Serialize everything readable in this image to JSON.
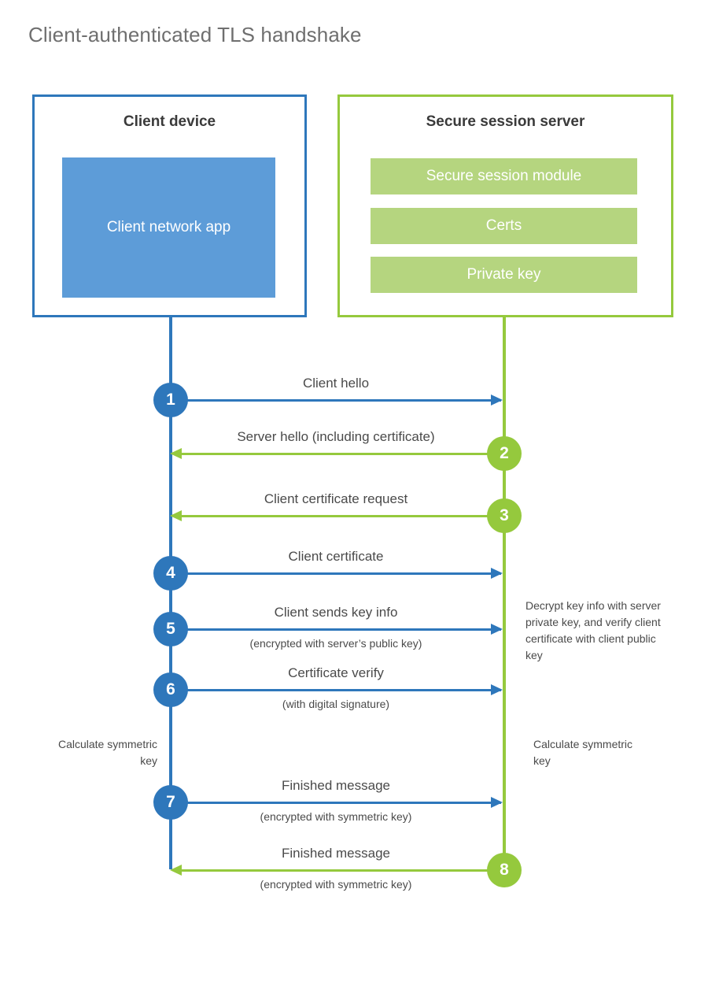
{
  "title": "Client-authenticated TLS handshake",
  "colors": {
    "client_accent": "#2e77bb",
    "client_fill": "#5d9cd8",
    "server_accent": "#95c93d",
    "server_fill": "#b5d57f",
    "text": "#4a4a4a",
    "heading": "#3a3a3a",
    "title": "#6f6f6f",
    "background": "#ffffff"
  },
  "actors": {
    "client": {
      "title": "Client device",
      "app_label": "Client network app"
    },
    "server": {
      "title": "Secure session server",
      "items": [
        {
          "label": "Secure session module"
        },
        {
          "label": "Certs"
        },
        {
          "label": "Private key"
        }
      ]
    }
  },
  "steps": [
    {
      "number": "1",
      "label": "Client hello",
      "sublabel": "",
      "direction": "client-to-server",
      "color": "blue"
    },
    {
      "number": "2",
      "label": "Server hello (including certificate)",
      "sublabel": "",
      "direction": "server-to-client",
      "color": "green"
    },
    {
      "number": "3",
      "label": "Client certificate request",
      "sublabel": "",
      "direction": "server-to-client",
      "color": "green"
    },
    {
      "number": "4",
      "label": "Client certificate",
      "sublabel": "",
      "direction": "client-to-server",
      "color": "blue"
    },
    {
      "number": "5",
      "label": "Client sends key info",
      "sublabel": "(encrypted with server’s public key)",
      "direction": "client-to-server",
      "color": "blue"
    },
    {
      "number": "6",
      "label": "Certificate verify",
      "sublabel": "(with digital signature)",
      "direction": "client-to-server",
      "color": "blue"
    },
    {
      "number": "7",
      "label": "Finished message",
      "sublabel": "(encrypted with symmetric key)",
      "direction": "client-to-server",
      "color": "blue"
    },
    {
      "number": "8",
      "label": "Finished message",
      "sublabel": "(encrypted with symmetric key)",
      "direction": "server-to-client",
      "color": "green"
    }
  ],
  "notes": {
    "server_decrypt": "Decrypt key info with server private key, and verify client certificate with client public key",
    "client_calculate": "Calculate symmetric key",
    "server_calculate": "Calculate symmetric key"
  }
}
